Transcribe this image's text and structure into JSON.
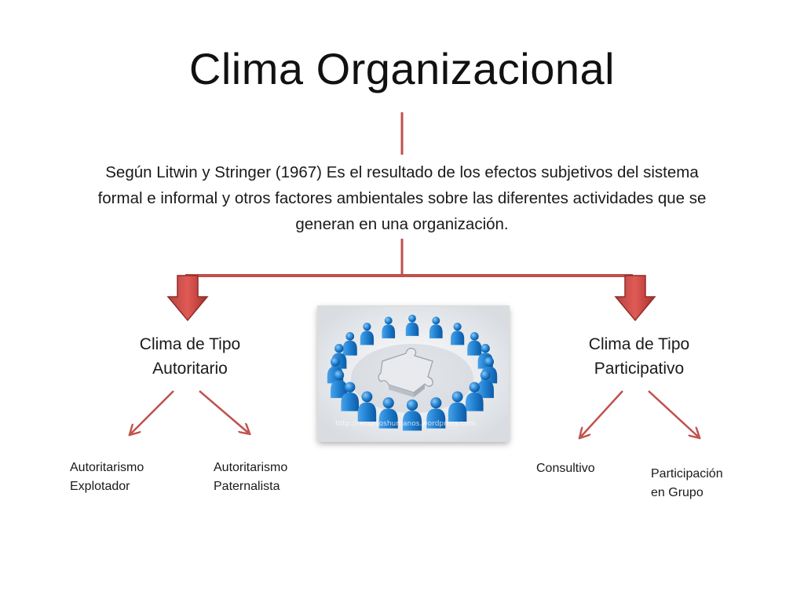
{
  "title": "Clima Organizacional",
  "definition": "Según Litwin y Stringer (1967) Es el resultado de los efectos subjetivos del sistema formal e informal y otros factores ambientales sobre las diferentes actividades que se generan en una organización.",
  "branches": [
    {
      "title_line1": "Clima de Tipo",
      "title_line2": "Autoritario",
      "leaves": [
        {
          "line1": "Autoritarismo",
          "line2": "Explotador"
        },
        {
          "line1": "Autoritarismo",
          "line2": "Paternalista"
        }
      ]
    },
    {
      "title_line1": "Clima de Tipo",
      "title_line2": "Participativo",
      "leaves": [
        {
          "line1": "Consultivo",
          "line2": ""
        },
        {
          "line1": "Participación",
          "line2": "en Grupo"
        }
      ]
    }
  ],
  "image": {
    "watermark": "http://recursoshumanos.wordpress.com",
    "icons": [
      "people-circle-icon",
      "puzzle-piece-icon"
    ]
  },
  "colors": {
    "connector": "#c0504d",
    "connector_dark": "#9b3431",
    "figure_blue": "#1f7fd0"
  }
}
